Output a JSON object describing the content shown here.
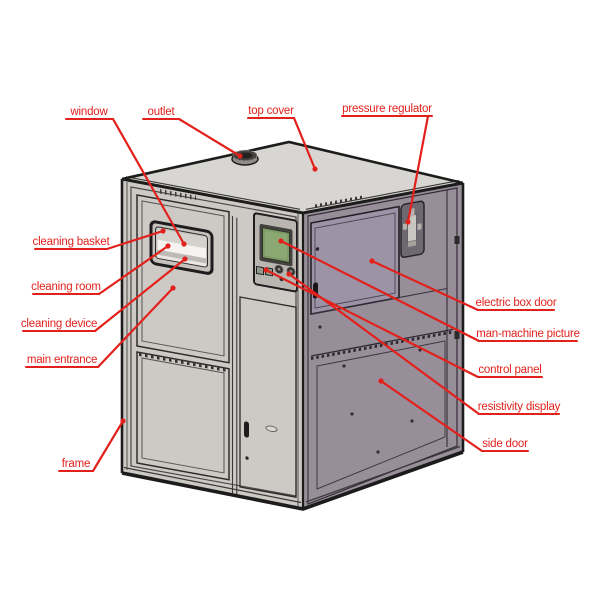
{
  "diagram": {
    "background": "#ffffff",
    "annotation_color": "#e2211c",
    "labels": [
      {
        "id": "window",
        "text": "window"
      },
      {
        "id": "outlet",
        "text": "outlet"
      },
      {
        "id": "top-cover",
        "text": "top cover"
      },
      {
        "id": "pressure-regulator",
        "text": "pressure regulator"
      },
      {
        "id": "cleaning-basket",
        "text": "cleaning basket"
      },
      {
        "id": "cleaning-room",
        "text": "cleaning room"
      },
      {
        "id": "cleaning-device",
        "text": "cleaning device"
      },
      {
        "id": "main-entrance",
        "text": "main entrance"
      },
      {
        "id": "frame",
        "text": "frame"
      },
      {
        "id": "electric-box-door",
        "text": "electric box door"
      },
      {
        "id": "man-machine-picture",
        "text": "man-machine picture"
      },
      {
        "id": "control-panel",
        "text": "control panel"
      },
      {
        "id": "resistivity-display",
        "text": "resistivity display"
      },
      {
        "id": "side-door",
        "text": "side door"
      }
    ],
    "machine_colors": {
      "top_face": "#d8d6d2",
      "front_face": "#cdcac6",
      "side_face": "#988e9a",
      "window_glass": "#f4f3f0",
      "screen_green": "#7e9a68",
      "edge": "#1c1c1c"
    }
  }
}
